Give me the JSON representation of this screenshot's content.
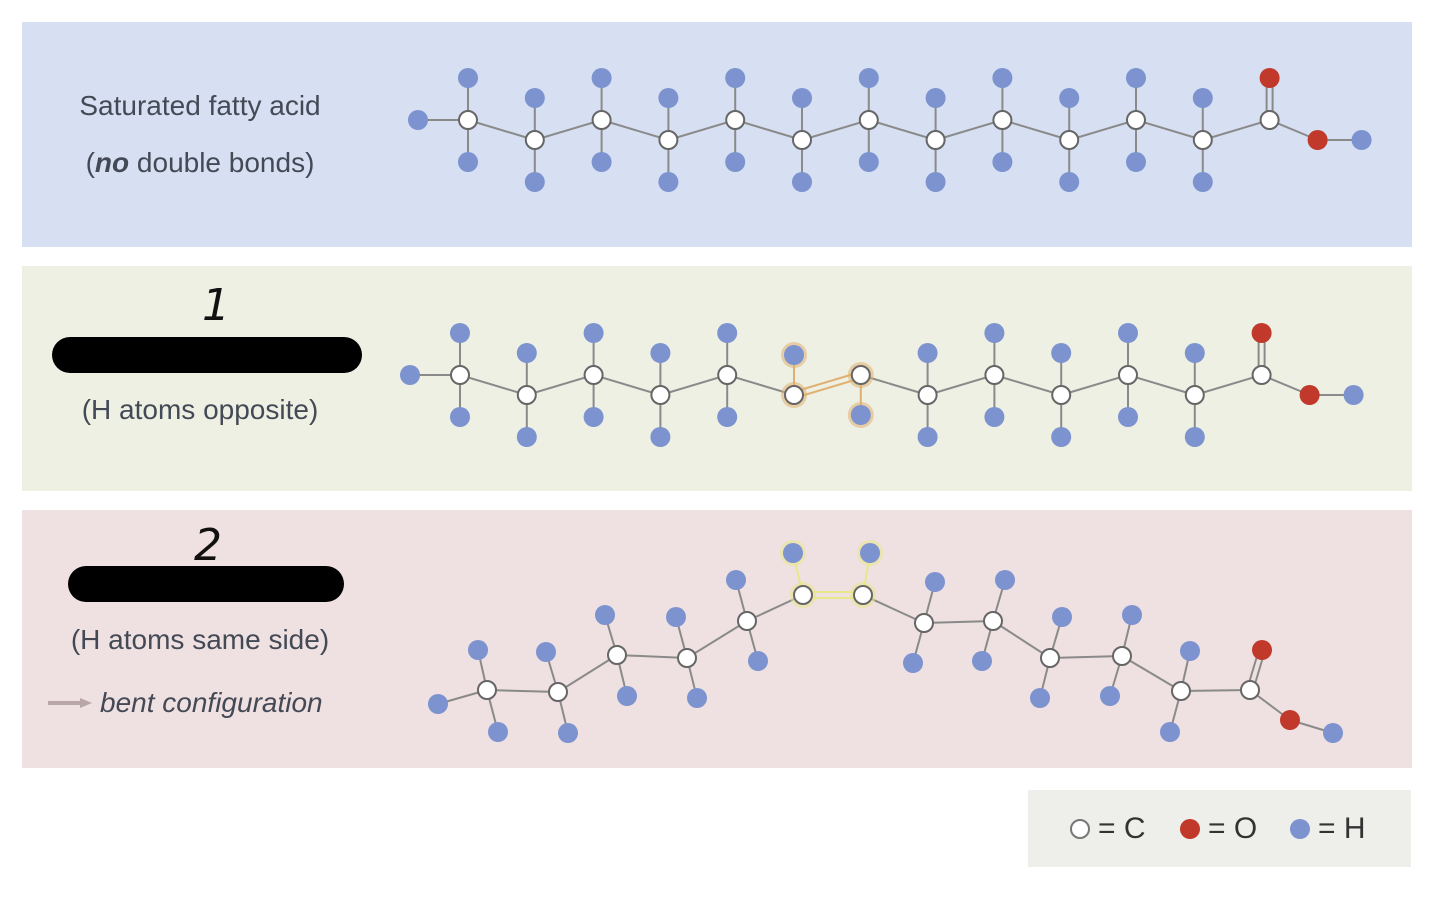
{
  "panels": {
    "saturated": {
      "line1": "Saturated fatty acid",
      "line2_bold": "no",
      "line2_prefix": "(",
      "line2_suffix": " double bonds)"
    },
    "trans": {
      "number": "1",
      "subtitle": "(H atoms opposite)"
    },
    "cis": {
      "number": "2",
      "subtitle": "(H atoms same side)",
      "note": "bent configuration"
    }
  },
  "legend": {
    "carbon": "= C",
    "oxygen": "= O",
    "hydrogen": "= H"
  },
  "colors": {
    "carbon_fill": "#ffffff",
    "oxygen": "#c0392b",
    "hydrogen": "#7c93cf",
    "bond": "#8a8a8a",
    "trans_highlight": "#e0b070",
    "cis_highlight": "#e8e88a",
    "panel_saturated": "#d6e0f2",
    "panel_trans": "#eef0e4",
    "panel_cis": "#efe0e1"
  }
}
